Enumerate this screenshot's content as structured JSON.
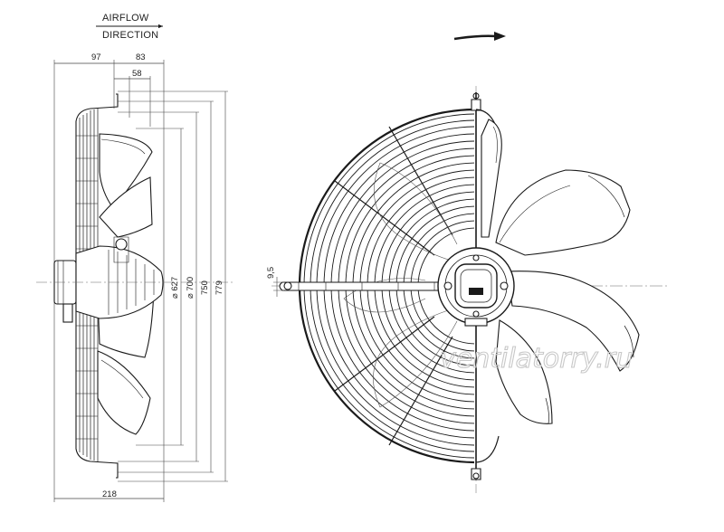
{
  "airflow": {
    "line1": "AIRFLOW",
    "line2": "DIRECTION"
  },
  "dims": {
    "d97": "97",
    "d83": "83",
    "d58": "58",
    "d627": "⌀ 627",
    "d700": "⌀ 700",
    "d750": "750",
    "d779": "779",
    "d218": "218",
    "d9_5": "9,5"
  },
  "watermark": "ventilatorry.ru",
  "colors": {
    "line": "#1a1a1a",
    "thin": "#444444",
    "watermark": "#c8c8c8"
  }
}
